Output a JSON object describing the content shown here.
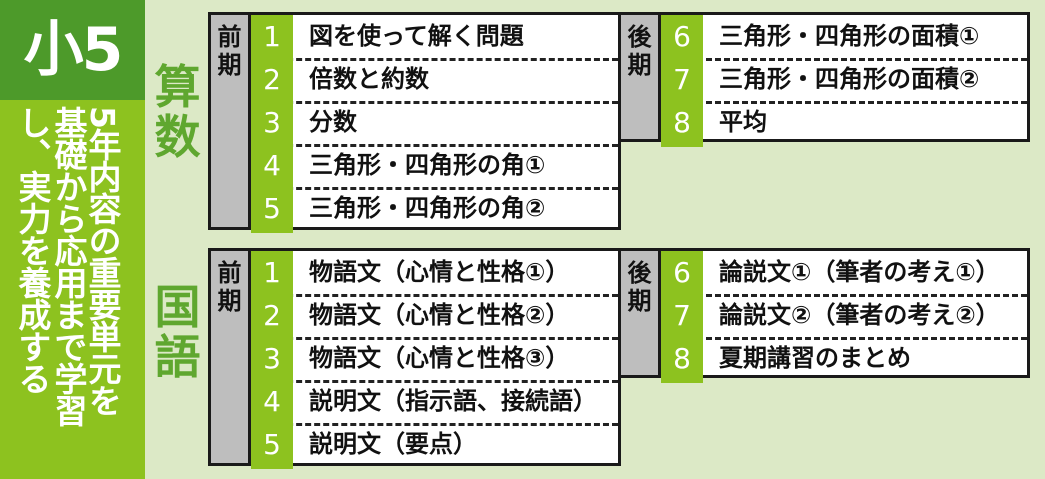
{
  "grade": "小5",
  "description": [
    "5年内容の重要単元を",
    "基礎から応用まで学習",
    "し、実力を養成する"
  ],
  "colors": {
    "dark_green": "#4d9a2a",
    "green": "#8dc21f",
    "bg": "#dce9c6",
    "term_gray": "#bebebe"
  },
  "math": {
    "subject": [
      "算",
      "数"
    ],
    "first_term": [
      "前",
      "期"
    ],
    "second_term": [
      "後",
      "期"
    ],
    "first_items": [
      {
        "n": "1",
        "label": "図を使って解く問題"
      },
      {
        "n": "2",
        "label": "倍数と約数"
      },
      {
        "n": "3",
        "label": "分数"
      },
      {
        "n": "4",
        "label": "三角形・四角形の角①"
      },
      {
        "n": "5",
        "label": "三角形・四角形の角②"
      }
    ],
    "second_items": [
      {
        "n": "6",
        "label": "三角形・四角形の面積①"
      },
      {
        "n": "7",
        "label": "三角形・四角形の面積②"
      },
      {
        "n": "8",
        "label": "平均"
      }
    ]
  },
  "japanese": {
    "subject": [
      "国",
      "語"
    ],
    "first_term": [
      "前",
      "期"
    ],
    "second_term": [
      "後",
      "期"
    ],
    "first_items": [
      {
        "n": "1",
        "label": "物語文（心情と性格①）"
      },
      {
        "n": "2",
        "label": "物語文（心情と性格②）"
      },
      {
        "n": "3",
        "label": "物語文（心情と性格③）"
      },
      {
        "n": "4",
        "label": "説明文（指示語、接続語）"
      },
      {
        "n": "5",
        "label": "説明文（要点）"
      }
    ],
    "second_items": [
      {
        "n": "6",
        "label": "論説文①（筆者の考え①）"
      },
      {
        "n": "7",
        "label": "論説文②（筆者の考え②）"
      },
      {
        "n": "8",
        "label": "夏期講習のまとめ"
      }
    ]
  }
}
